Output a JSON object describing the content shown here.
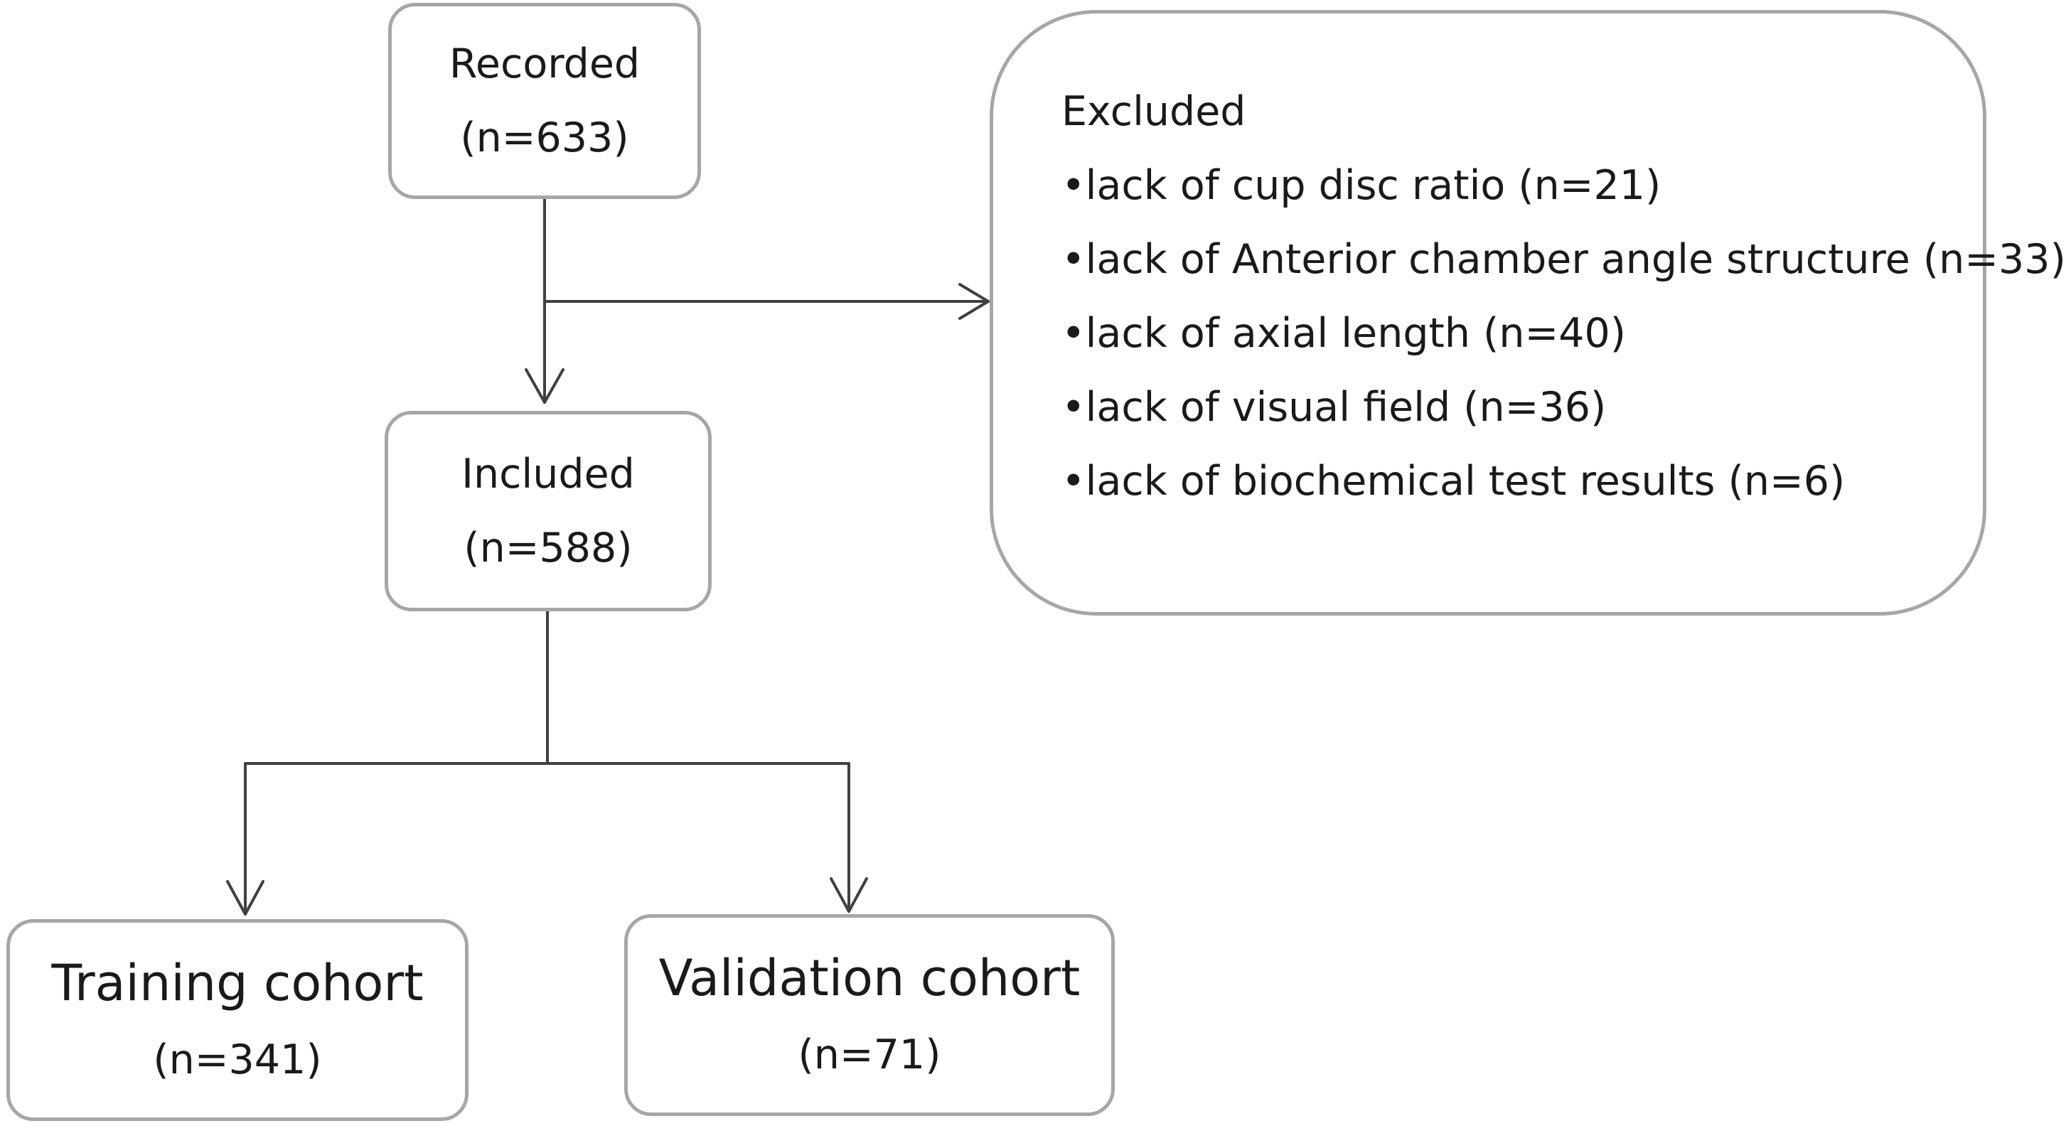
{
  "recorded": {
    "label": "Recorded",
    "count": "(n=633)"
  },
  "excluded": {
    "title": "Excluded",
    "bullet": "•",
    "items": [
      "lack of cup disc ratio (n=21)",
      "lack of Anterior chamber angle structure (n=33)",
      "lack of axial length (n=40)",
      "lack of visual field (n=36)",
      "lack of biochemical test results (n=6)"
    ]
  },
  "included": {
    "label": "Included",
    "count": "(n=588)"
  },
  "training": {
    "label": "Training cohort",
    "count": "(n=341)"
  },
  "validation": {
    "label": "Validation cohort",
    "count": "(n=71)"
  },
  "colors": {
    "box_border": "#a6a6a6",
    "connector": "#404040",
    "text": "#1a1a1a"
  }
}
